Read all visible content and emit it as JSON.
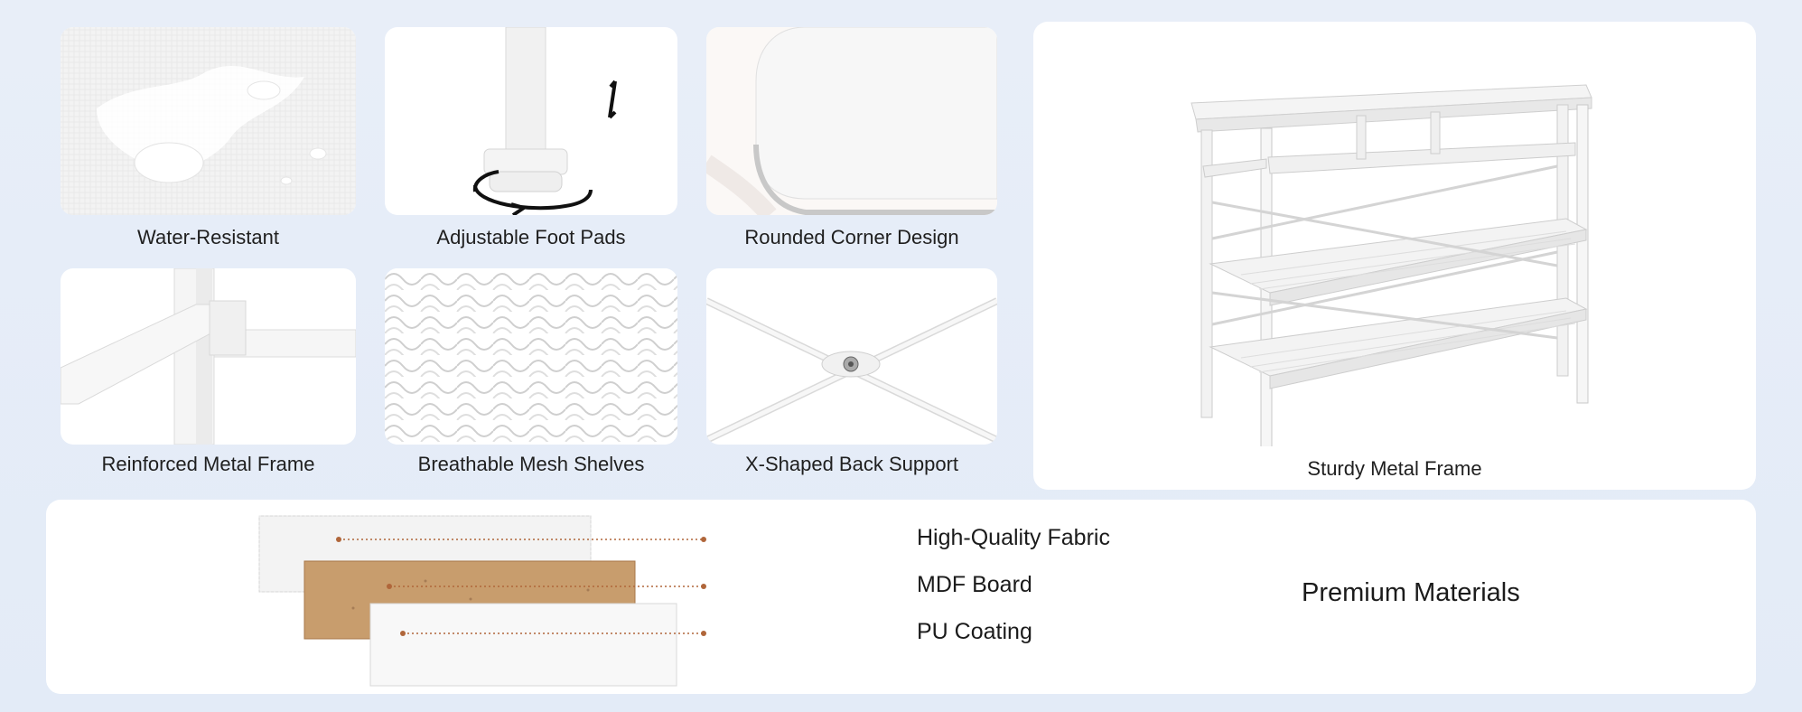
{
  "features": [
    {
      "label": "Water-Resistant",
      "icon": "water-drops-image"
    },
    {
      "label": "Adjustable Foot Pads",
      "icon": "foot-pad-image"
    },
    {
      "label": "Rounded Corner Design",
      "icon": "rounded-corner-image"
    },
    {
      "label": "Reinforced Metal Frame",
      "icon": "metal-frame-image"
    },
    {
      "label": "Breathable Mesh Shelves",
      "icon": "mesh-shelf-image"
    },
    {
      "label": "X-Shaped Back Support",
      "icon": "x-support-image"
    }
  ],
  "main_product": {
    "caption": "Sturdy Metal Frame",
    "icon": "console-table-image"
  },
  "materials": {
    "title": "Premium Materials",
    "layers": [
      {
        "label": "High-Quality Fabric",
        "color": "#f2f2f2"
      },
      {
        "label": "MDF Board",
        "color": "#c49a6c"
      },
      {
        "label": "PU Coating",
        "color": "#f7f7f7"
      }
    ],
    "leader_color": "#b0663a"
  }
}
